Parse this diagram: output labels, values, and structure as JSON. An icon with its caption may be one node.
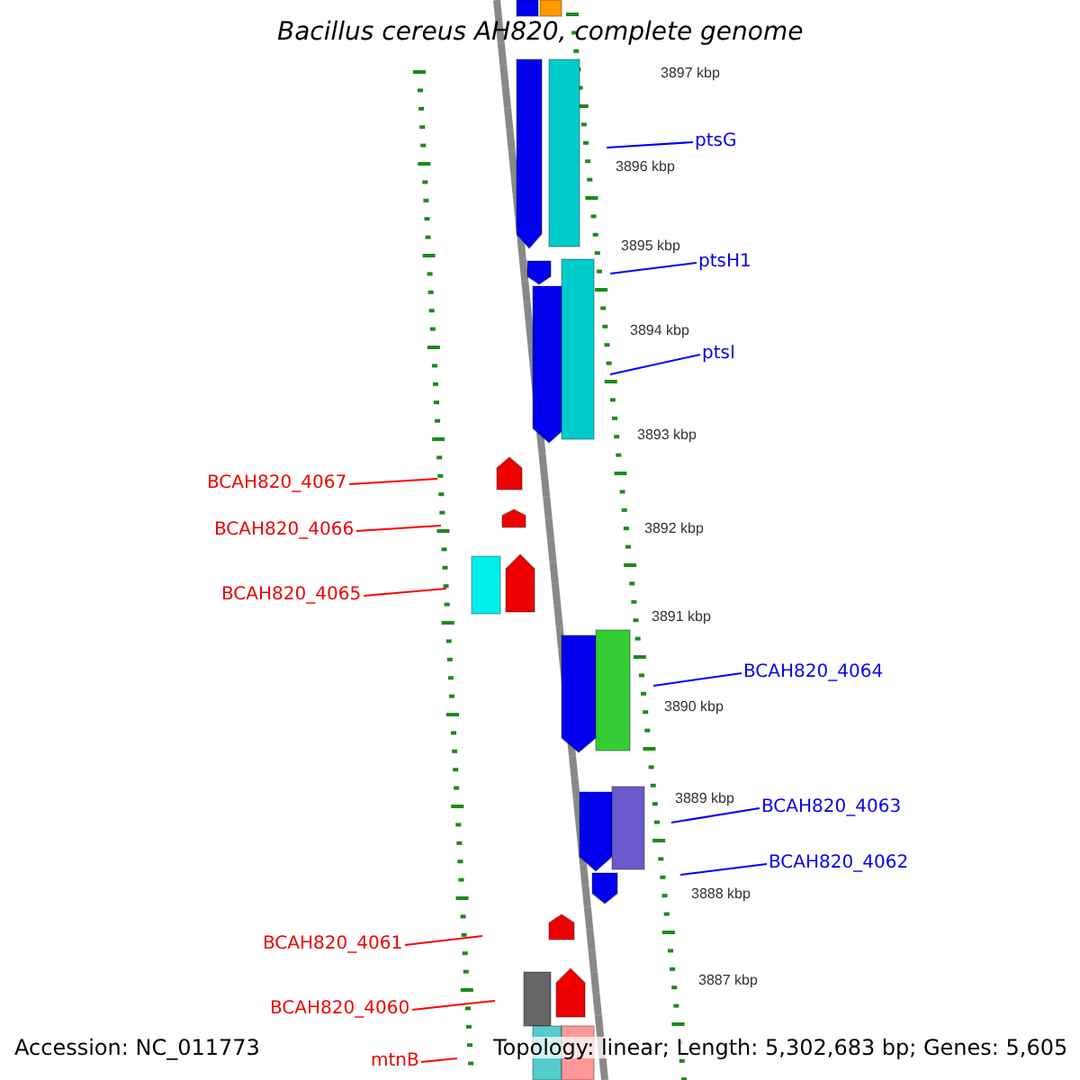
{
  "diagram": {
    "title": "Bacillus cereus AH820, complete genome",
    "nodes": [
      {
        "text": [
          "ptsG"
        ]
      },
      {
        "text": [
          "ptsH1"
        ]
      },
      {
        "text": [
          "ptsI"
        ]
      },
      {
        "text": [
          "BCAH820_4067"
        ]
      },
      {
        "text": [
          "BCAH820_4066"
        ]
      },
      {
        "text": [
          "BCAH820_4065"
        ]
      },
      {
        "text": [
          "BCAH820_4064"
        ]
      },
      {
        "text": [
          "BCAH820_4063"
        ]
      },
      {
        "text": [
          "BCAH820_4062"
        ]
      },
      {
        "text": [
          "BCAH820_4061"
        ]
      },
      {
        "text": [
          "BCAH820_4060"
        ]
      },
      {
        "text": [
          "mtnB"
        ]
      }
    ],
    "edges": [
      {
        "from": 0,
        "to": null,
        "arrow": "none",
        "color": "#0000ff"
      },
      {
        "from": 1,
        "to": null,
        "arrow": "none",
        "color": "#0000ff"
      },
      {
        "from": 2,
        "to": null,
        "arrow": "none",
        "color": "#0000ff"
      },
      {
        "from": 3,
        "to": null,
        "arrow": "none",
        "color": "#ff0000"
      },
      {
        "from": 4,
        "to": null,
        "arrow": "none",
        "color": "#ff0000"
      },
      {
        "from": 5,
        "to": null,
        "arrow": "none",
        "color": "#ff0000"
      },
      {
        "from": 6,
        "to": null,
        "arrow": "none",
        "color": "#0000ff"
      },
      {
        "from": 7,
        "to": null,
        "arrow": "none",
        "color": "#0000ff"
      },
      {
        "from": 8,
        "to": null,
        "arrow": "none",
        "color": "#0000ff"
      },
      {
        "from": 9,
        "to": null,
        "arrow": "none",
        "color": "#ff0000"
      },
      {
        "from": 10,
        "to": null,
        "arrow": "none",
        "color": "#ff0000"
      },
      {
        "from": 11,
        "to": null,
        "arrow": "none",
        "color": "#ff0000"
      }
    ],
    "labels": [
      "3897 kbp",
      "3896 kbp",
      "3895 kbp",
      "3894 kbp",
      "3893 kbp",
      "3892 kbp",
      "3891 kbp",
      "3890 kbp",
      "3889 kbp",
      "3888 kbp",
      "3887 kbp",
      "Accession: NC_011773",
      "Topology: linear; Length: 5,302,683 bp; Genes: 5,605"
    ]
  }
}
